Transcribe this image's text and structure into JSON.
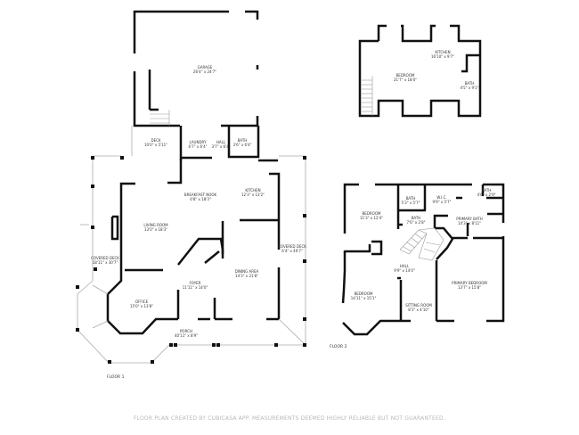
{
  "floors": [
    {
      "label": "FLOOR 1",
      "rooms": [
        {
          "name": "GARAGE",
          "size": "26'4\" x 24'7\""
        },
        {
          "name": "DECK",
          "size": "10'0\" x 5'11\""
        },
        {
          "name": "LAUNDRY",
          "size": "6'7\" x 6'4\""
        },
        {
          "name": "HALL",
          "size": "3'7\" x 6'4\""
        },
        {
          "name": "BATH",
          "size": "3'6\" x 6'4\""
        },
        {
          "name": "BREAKFAST NOOK",
          "size": "6'8\" x 18'3\""
        },
        {
          "name": "KITCHEN",
          "size": "12'3\" x 13'2\""
        },
        {
          "name": "LIVING ROOM",
          "size": "13'0\" x 18'3\""
        },
        {
          "name": "COVERED DECK",
          "size": "6'4\" x 40'7\""
        },
        {
          "name": "COVERED DECK",
          "size": "18'11\" x 30'7\""
        },
        {
          "name": "FOYER",
          "size": "11'11\" x 14'0\""
        },
        {
          "name": "DINING AREA",
          "size": "14'3\" x 21'8\""
        },
        {
          "name": "OFFICE",
          "size": "15'0\" x 13'8\""
        },
        {
          "name": "PORCH",
          "size": "40'11\" x 8'9\""
        }
      ]
    },
    {
      "label": "FLOOR 2",
      "rooms": [
        {
          "name": "BEDROOM",
          "size": "21'7\" x 18'0\""
        },
        {
          "name": "KITCHEN",
          "size": "16'10\" x 9'7\""
        },
        {
          "name": "BATH",
          "size": "4'5\" x 9'1\""
        },
        {
          "name": "BEDROOM",
          "size": "11'3\" x 12'4\""
        },
        {
          "name": "BATH",
          "size": "5'3\" x 5'7\""
        },
        {
          "name": "W.I.C.",
          "size": "9'9\" x 5'7\""
        },
        {
          "name": "BATH",
          "size": "4'6\" x 2'9\""
        },
        {
          "name": "PRIMARY BATH",
          "size": "14'3\" x 8'11\""
        },
        {
          "name": "BATH",
          "size": "7'6\" x 2'8\""
        },
        {
          "name": "HALL",
          "size": "9'9\" x 14'0\""
        },
        {
          "name": "BEDROOM",
          "size": "14'11\" x 15'1\""
        },
        {
          "name": "PRIMARY BEDROOM",
          "size": "13'7\" x 15'8\""
        },
        {
          "name": "SITTING ROOM",
          "size": "8'1\" x 4'10\""
        }
      ]
    }
  ],
  "footer": "FLOOR PLAN CREATED BY CUBICASA APP. MEASUREMENTS DEEMED HIGHLY RELIABLE BUT NOT GUARANTEED.",
  "colors": {
    "wall": "#111111",
    "window": "#cccccc",
    "deck_line": "#aaaaaa",
    "footer_text": "#b8b8b8"
  }
}
